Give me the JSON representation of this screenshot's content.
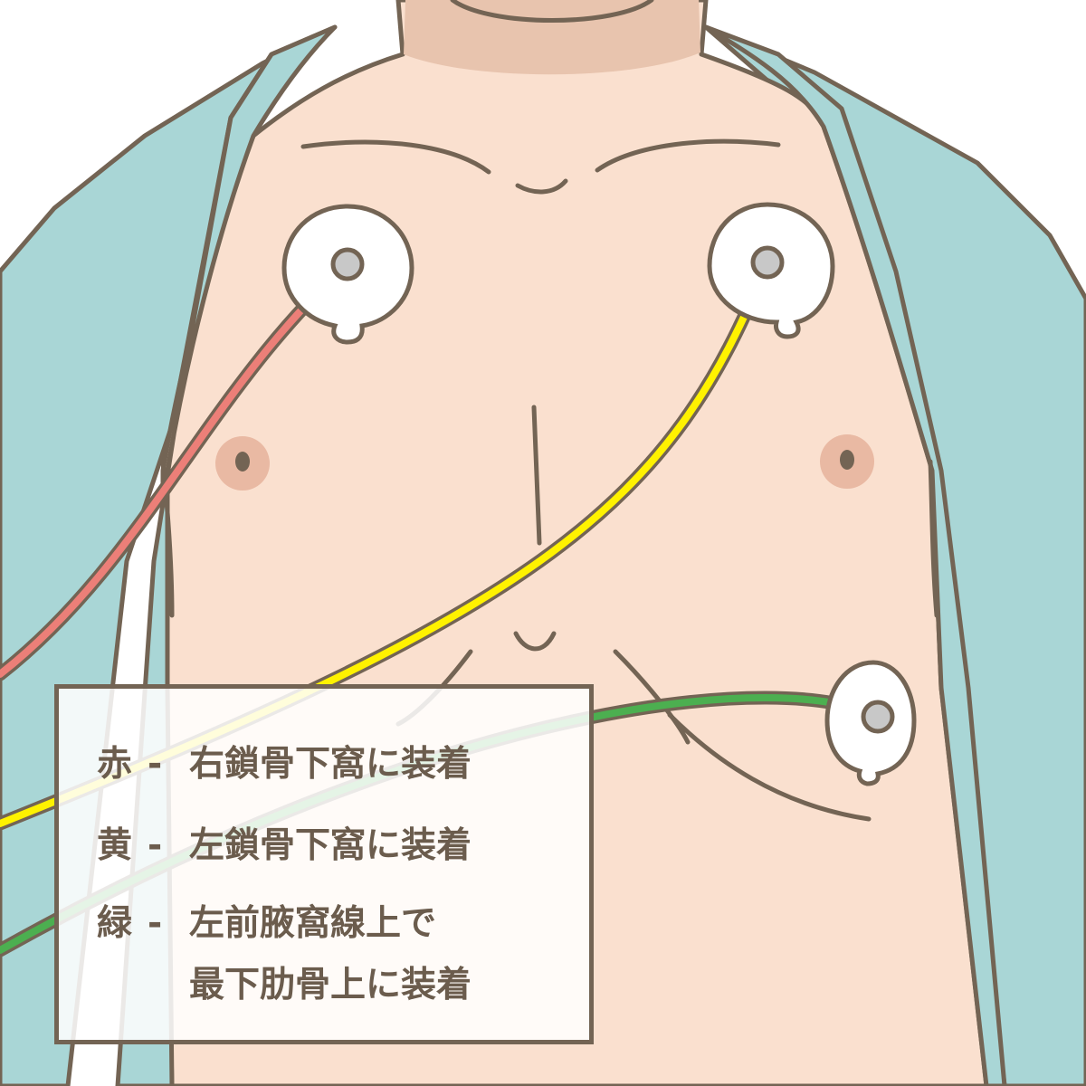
{
  "colors": {
    "skin": "#fae0cf",
    "outline": "#736454",
    "gown": "#a9d6d6",
    "neck_shadow": "#e8c4ae",
    "red_lead": "#ec7f78",
    "yellow_lead": "#fff200",
    "green_lead": "#4caf50",
    "electrode_pad": "#ffffff",
    "electrode_stud": "#c8c8c8",
    "nipple": "#e9b9a3"
  },
  "legend": {
    "items": [
      {
        "key": "赤",
        "dash": "-",
        "text": "右鎖骨下窩に装着"
      },
      {
        "key": "黄",
        "dash": "-",
        "text": "左鎖骨下窩に装着"
      },
      {
        "key": "緑",
        "dash": "-",
        "text": "左前腋窩線上で"
      }
    ],
    "continuation": "最下肋骨上に装着"
  }
}
